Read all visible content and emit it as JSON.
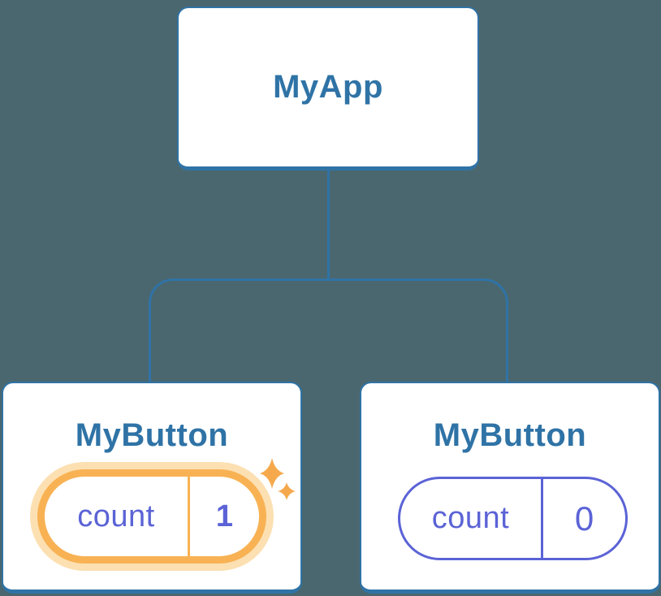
{
  "palette": {
    "background": "#4A676F",
    "blue": "#2F73A6",
    "indigo": "#5B63D6",
    "orange": "#F5A94C",
    "orange_border": "#F8B254",
    "orange_glow": "#FCE0B2",
    "card_bg": "#FFFFFF"
  },
  "tree": {
    "root": {
      "label": "MyApp"
    },
    "children": [
      {
        "label": "MyButton",
        "state": {
          "key": "count",
          "value": "1"
        },
        "highlighted": true
      },
      {
        "label": "MyButton",
        "state": {
          "key": "count",
          "value": "0"
        },
        "highlighted": false
      }
    ]
  }
}
